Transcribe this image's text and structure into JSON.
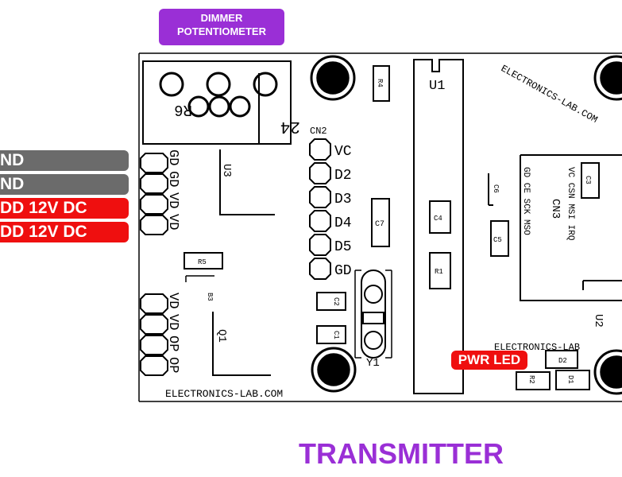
{
  "labels": {
    "dimmer": [
      "DIMMER",
      "POTENTIOMETER"
    ],
    "pins": [
      "ND",
      "ND",
      "DD 12V DC",
      "DD 12V DC"
    ],
    "pwr_led": "PWR LED",
    "title": "TRANSMITTER"
  },
  "board": {
    "silkscreen_bottom": "ELECTRONICS-LAB.COM",
    "silkscreen_diag": "ELECTRONICS-LAB.COM",
    "silkscreen_right": "ELECTRONICS-LAB",
    "r6": "R6",
    "p24": "24",
    "u3": "U3",
    "u1": "U1",
    "u2": "U2",
    "q1": "Q1",
    "cn2": "CN2",
    "cn2_pins": [
      "VC",
      "D2",
      "D3",
      "D4",
      "D5",
      "GD"
    ],
    "left_header_pins": [
      "GD",
      "GD",
      "VD",
      "VD"
    ],
    "left_header_pins_2": [
      "VD",
      "VD",
      "OP",
      "OP"
    ],
    "r4": "R4",
    "r5": "R5",
    "r1": "R1",
    "r2": "R2",
    "c1": "C1",
    "c2": "C2",
    "c3": "C3",
    "c4": "C4",
    "c5": "C5",
    "c6": "C6",
    "c7": "C7",
    "d1": "D1",
    "d2": "D2",
    "y1": "Y1",
    "b3": "B3",
    "cn3": "CN3",
    "cn3_row1": "VC CSN MSI IRQ",
    "cn3_row2": "GD CE SCK MSO"
  },
  "colors": {
    "purple": "#9a2fd6",
    "gray": "#6b6b6b",
    "red": "#ef0f0f"
  }
}
